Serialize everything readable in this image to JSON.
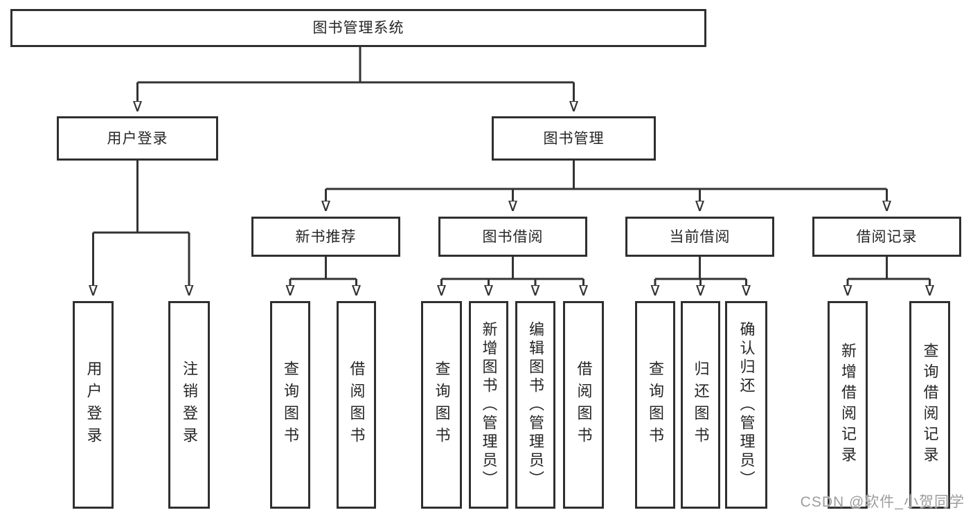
{
  "diagram": {
    "root": {
      "label": "图书管理系统"
    },
    "branches": [
      {
        "label": "用户登录",
        "children": [
          {
            "label": "用户登录"
          },
          {
            "label": "注销登录"
          }
        ]
      },
      {
        "label": "图书管理",
        "children": [
          {
            "label": "新书推荐",
            "children": [
              {
                "label": "查询图书"
              },
              {
                "label": "借阅图书"
              }
            ]
          },
          {
            "label": "图书借阅",
            "children": [
              {
                "label": "查询图书"
              },
              {
                "label": "新增图书（管理员）"
              },
              {
                "label": "编辑图书（管理员）"
              },
              {
                "label": "借阅图书"
              }
            ]
          },
          {
            "label": "当前借阅",
            "children": [
              {
                "label": "查询图书"
              },
              {
                "label": "归还图书"
              },
              {
                "label": "确认归还（管理员）"
              }
            ]
          },
          {
            "label": "借阅记录",
            "children": [
              {
                "label": "新增借阅记录"
              },
              {
                "label": "查询借阅记录"
              }
            ]
          }
        ]
      }
    ]
  },
  "watermark": {
    "text": "CSDN @软件_小贺同学"
  },
  "colors": {
    "line": "#333333",
    "box_border": "#2f2f2f",
    "text": "#262626",
    "watermark": "#9d9d9d",
    "background": "#ffffff"
  }
}
